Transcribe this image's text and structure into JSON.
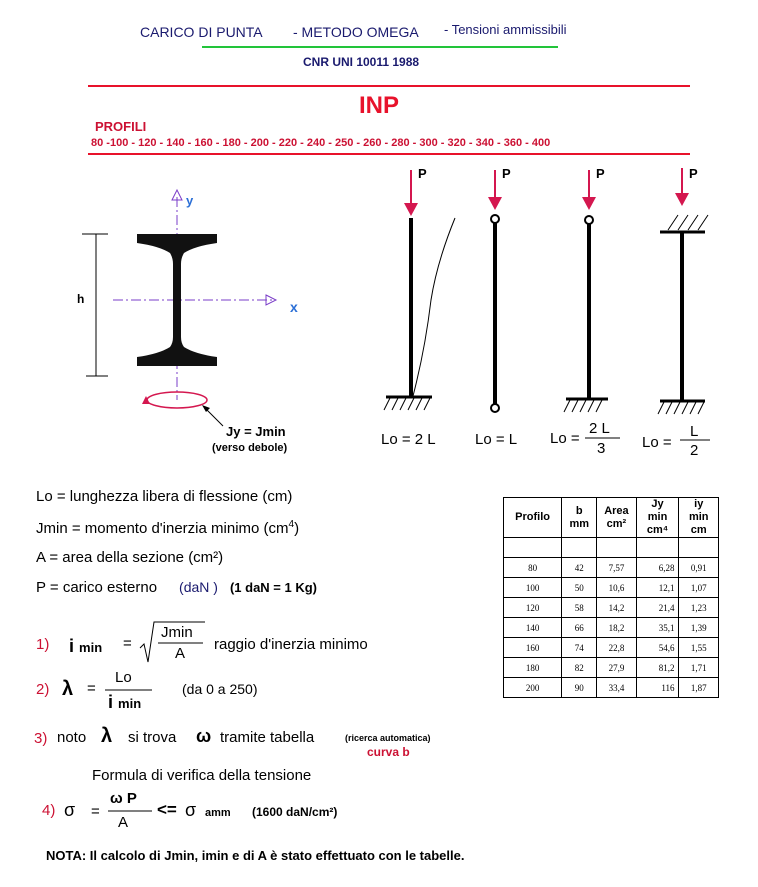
{
  "header": {
    "title_left": "CARICO DI PUNTA",
    "title_mid": "- METODO  OMEGA",
    "title_right": "- Tensioni ammissibili",
    "norm": "CNR UNI 10011 1988",
    "section_type": "INP",
    "profiles_label": "PROFILI",
    "profiles_list": "80 -100 - 120 - 140 - 160 - 180 - 200 - 220 - 240 -  250 - 260 - 280 - 300 - 320 - 340 - 360 - 400"
  },
  "section_diagram": {
    "y_axis": "y",
    "x_axis": "x",
    "height_label": "h",
    "inertia_label": "Jy = Jmin",
    "inertia_note": "(verso debole)"
  },
  "columns": [
    {
      "load": "P",
      "lo_label": "Lo = 2 L"
    },
    {
      "load": "P",
      "lo_label": "Lo = L"
    },
    {
      "load": "P",
      "lo_prefix": "Lo =",
      "num": "2  L",
      "den": "3"
    },
    {
      "load": "P",
      "lo_prefix": "Lo =",
      "num": "L",
      "den": "2"
    }
  ],
  "definitions": [
    "Lo =  lunghezza libera di  flessione  (cm)",
    "Jmin = momento d'inerzia minimo  (cm",
    "A = area della sezione (cm²)",
    "P = carico esterno"
  ],
  "definition_extras": {
    "cm_exp": "4",
    "cm_close": ")",
    "dan": "(daN )",
    "dan_note": "(1 daN = 1 Kg)"
  },
  "formulas": {
    "f1_num": "1)",
    "f1_lhs": "i",
    "f1_lhs_sub": "min",
    "f1_eq": "=",
    "f1_top": "Jmin",
    "f1_bot": "A",
    "f1_desc": "raggio d'inerzia minimo",
    "f2_num": "2)",
    "f2_lhs": "λ",
    "f2_eq": "=",
    "f2_top": "Lo",
    "f2_bot": "i",
    "f2_bot_sub": "min",
    "f2_range": "(da 0 a 250)",
    "f3_num": "3)",
    "f3_a": "noto",
    "f3_lambda": "λ",
    "f3_b": "si trova",
    "f3_omega": "ω",
    "f3_c": "tramite tabella",
    "f3_auto": "(ricerca automatica)",
    "f3_curve": "curva  b",
    "verify_title": "Formula di verifica della tensione",
    "f4_num": "4)",
    "f4_sigma": "σ",
    "f4_eq": "=",
    "f4_top": "ω  P",
    "f4_bot": "A",
    "f4_le": "<=",
    "f4_sigma2": "σ",
    "f4_sub": "amm",
    "f4_val": "(1600 daN/cm²)"
  },
  "note": "NOTA: Il calcolo di Jmin, imin e di A è stato effettuato con le  tabelle.",
  "table": {
    "headers": [
      [
        "Profilo"
      ],
      [
        "b",
        "mm"
      ],
      [
        "Area",
        "cm²"
      ],
      [
        "Jy",
        "min",
        "cm⁴"
      ],
      [
        "iy",
        "min",
        "cm"
      ]
    ],
    "rows": [
      [
        "80",
        "42",
        "7,57",
        "6,28",
        "0,91"
      ],
      [
        "100",
        "50",
        "10,6",
        "12,1",
        "1,07"
      ],
      [
        "120",
        "58",
        "14,2",
        "21,4",
        "1,23"
      ],
      [
        "140",
        "66",
        "18,2",
        "35,1",
        "1,39"
      ],
      [
        "160",
        "74",
        "22,8",
        "54,6",
        "1,55"
      ],
      [
        "180",
        "82",
        "27,9",
        "81,2",
        "1,71"
      ],
      [
        "200",
        "90",
        "33,4",
        "116",
        "1,87"
      ]
    ]
  },
  "colors": {
    "navy": "#1a1a6e",
    "red": "#e8122b",
    "crimson": "#cc1133",
    "green": "#22c43a",
    "blue": "#2b6fd6",
    "arrow_red": "#d4174f",
    "axis_purple": "#7a3cc8"
  }
}
